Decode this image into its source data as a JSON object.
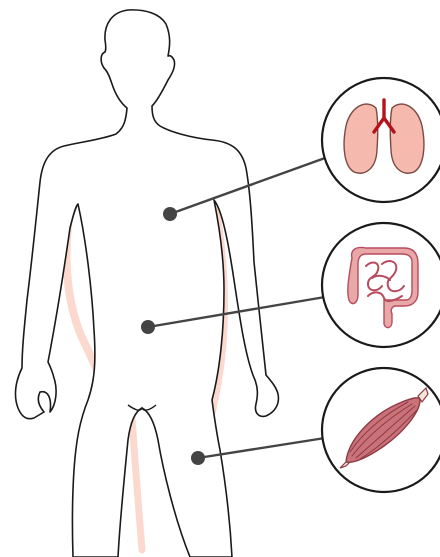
{
  "figure": {
    "subject": "human-body-outline",
    "callouts": [
      {
        "id": "lungs",
        "organ": "lungs"
      },
      {
        "id": "intestines",
        "organ": "intestines"
      },
      {
        "id": "muscle",
        "organ": "muscle"
      }
    ]
  },
  "colors": {
    "outline": "#1a1a1a",
    "shadow": "#fbd9cf",
    "leader": "#444444",
    "lung_fill": "#f6b9ad",
    "lung_stroke": "#7a4a44",
    "trachea": "#b5121b",
    "intestine_fill": "#e8a8a8",
    "intestine_dark": "#b84b5e",
    "muscle_fill": "#c9727a",
    "muscle_stripe": "#8e3a44",
    "tendon": "#f1e6da"
  }
}
